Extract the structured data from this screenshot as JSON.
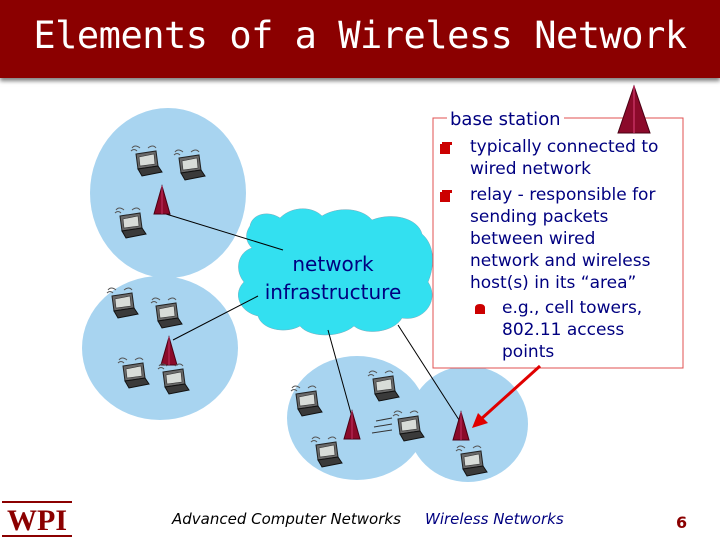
{
  "slide": {
    "title": "Elements of a Wireless Network",
    "cloud_label_line1": "network",
    "cloud_label_line2": "infrastructure"
  },
  "callout": {
    "title": "base station",
    "bullets": [
      {
        "level": 1,
        "text": "typically connected to wired network"
      },
      {
        "level": 1,
        "text": "relay - responsible for sending packets between wired network and wireless host(s) in its “area”"
      },
      {
        "level": 2,
        "text": "e.g., cell towers, 802.11 access points"
      }
    ]
  },
  "footer": {
    "logo_text": "WPI",
    "left": "Advanced Computer Networks",
    "center": "Wireless Networks",
    "page": "6"
  },
  "colors": {
    "title_bar": "#8b0000",
    "text_navy": "#000080",
    "bullet": "#cc0000",
    "cell": "#a8d4f0",
    "cloud": "#33e0f0",
    "tower": "#8b0a2a"
  },
  "icons": [
    "laptop-icon",
    "base-station-icon",
    "arrow-icon",
    "radio-waves-icon"
  ]
}
